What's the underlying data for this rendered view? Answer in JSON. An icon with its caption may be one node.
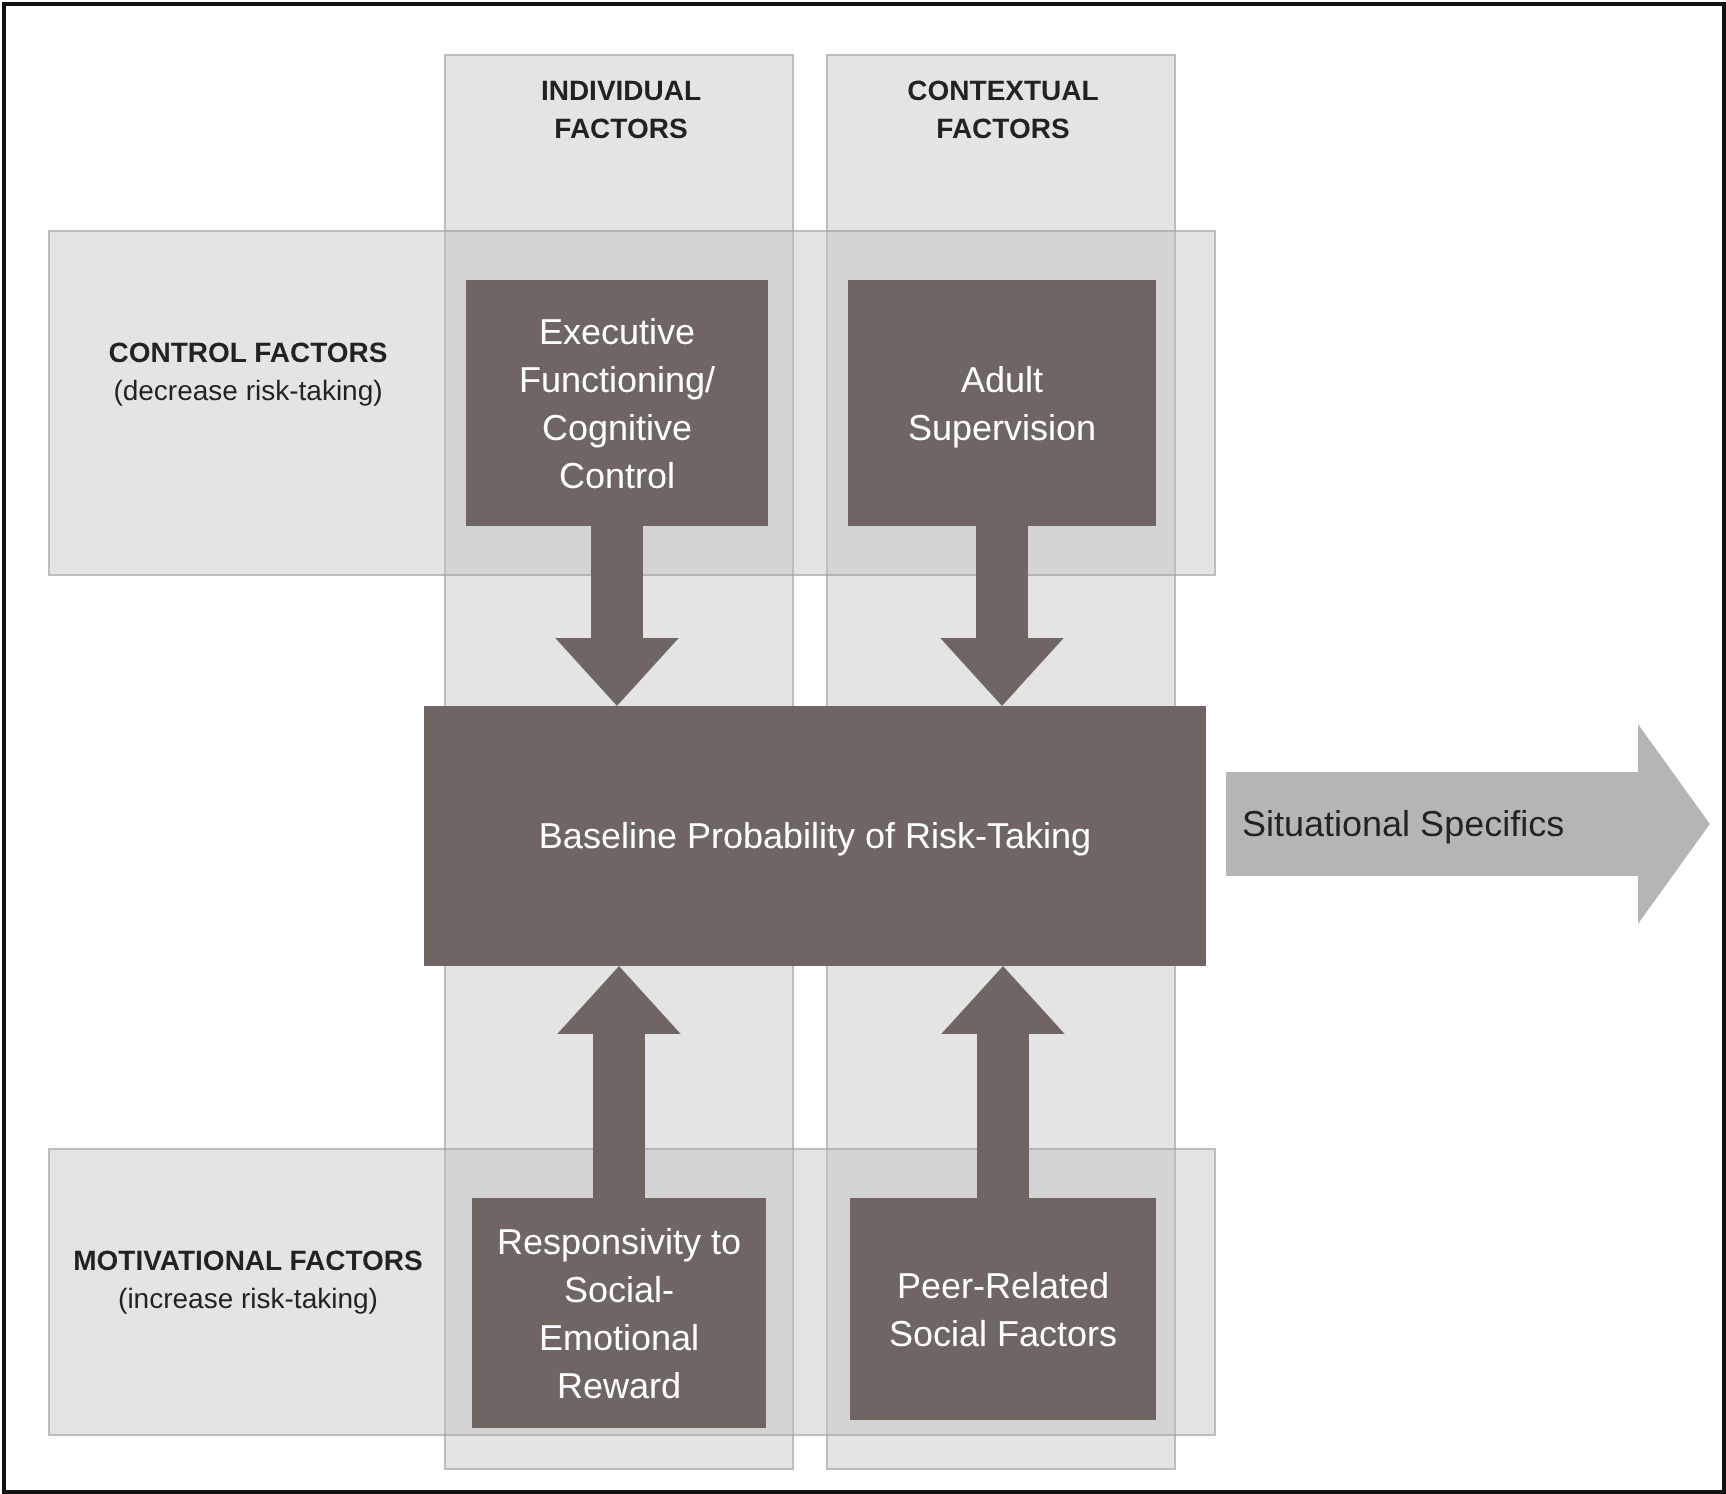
{
  "diagram": {
    "nodes": [
      {
        "text": [
          "INDIVIDUAL FACTORS"
        ]
      },
      {
        "text": [
          "CONTEXTUAL FACTORS"
        ]
      },
      {
        "text": [
          "CONTROL FACTORS",
          "(decrease risk-taking)"
        ]
      },
      {
        "text": [
          "Executive Functioning/ Cognitive Control"
        ],
        "in": 2
      },
      {
        "text": [
          "Adult Supervision"
        ],
        "in": 2
      },
      {
        "text": [
          "Baseline Probability of Risk-Taking"
        ]
      },
      {
        "text": [
          "Situational Specifics"
        ]
      },
      {
        "text": [
          "MOTIVATIONAL FACTORS",
          "(increase risk-taking)"
        ]
      },
      {
        "text": [
          "Responsivity to Social-Emotional Reward"
        ],
        "in": 7
      },
      {
        "text": [
          "Peer-Related Social Factors"
        ],
        "in": 7
      }
    ],
    "edges": [
      {
        "from": 3,
        "to": 5,
        "arrow": "to"
      },
      {
        "from": 4,
        "to": 5,
        "arrow": "to"
      },
      {
        "from": 8,
        "to": 5,
        "arrow": "to"
      },
      {
        "from": 9,
        "to": 5,
        "arrow": "to"
      }
    ]
  }
}
